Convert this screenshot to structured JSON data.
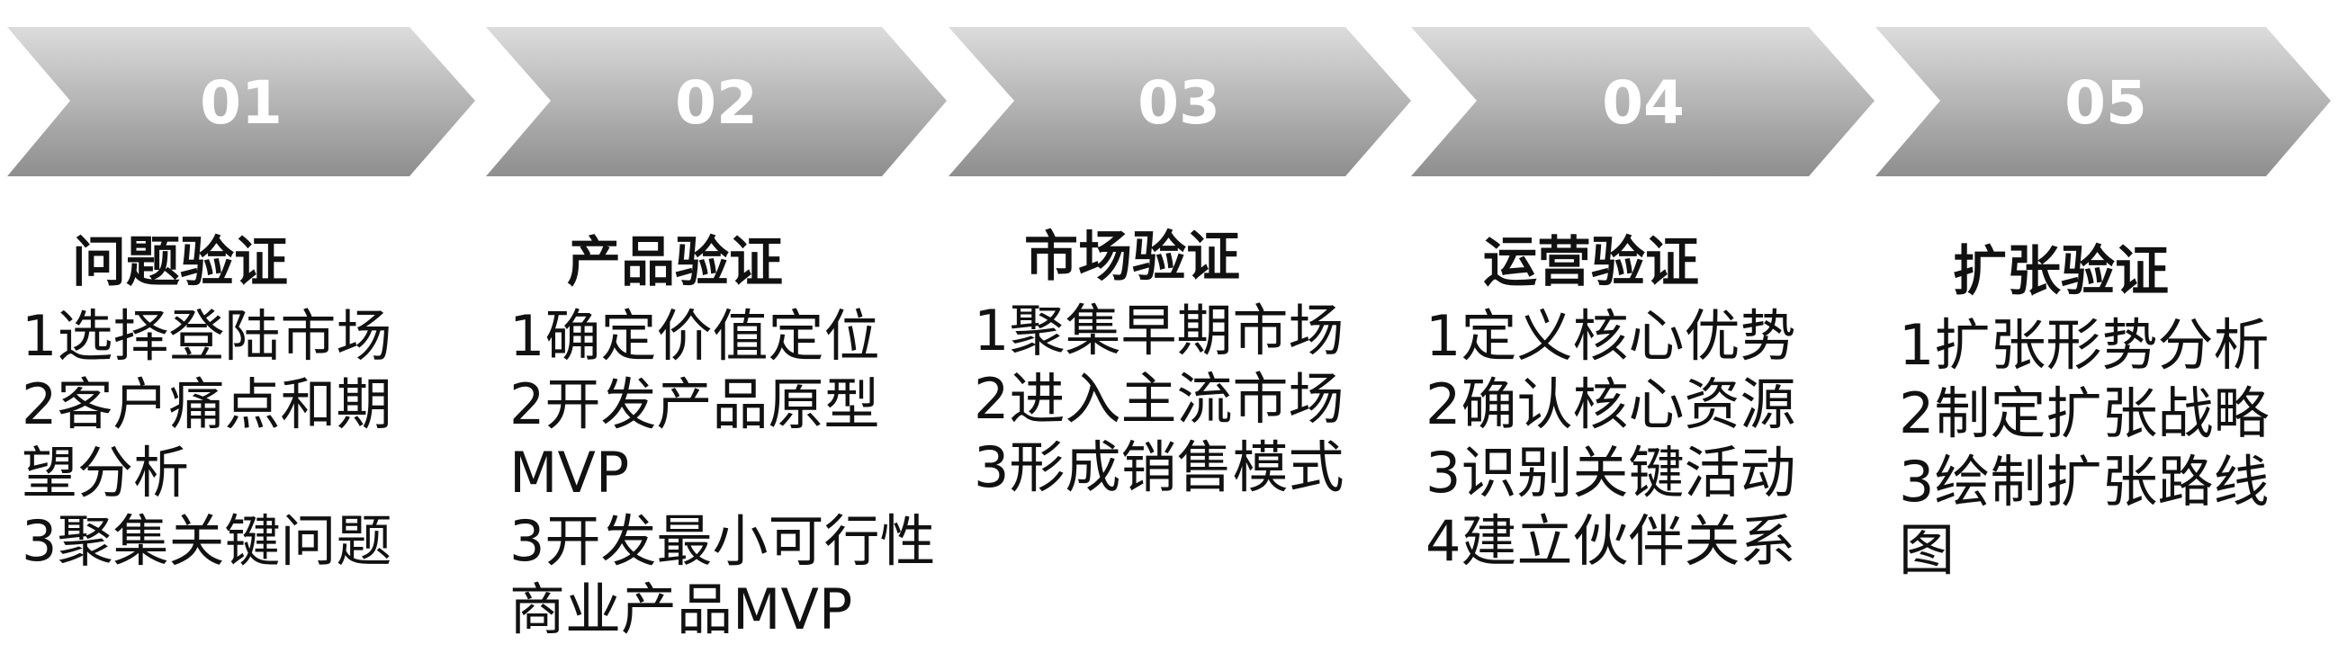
{
  "steps": [
    {
      "number": "01",
      "title": "问题验证",
      "items": [
        "1选择登陆市场",
        "2客户痛点和期望分析",
        "3聚集关键问题"
      ]
    },
    {
      "number": "02",
      "title": "产品验证",
      "items": [
        "1确定价值定位",
        "2开发产品原型MVP",
        "3开发最小可行性商业产品MVP"
      ]
    },
    {
      "number": "03",
      "title": "市场验证",
      "items": [
        "1聚集早期市场",
        "2进入主流市场",
        "3形成销售模式"
      ]
    },
    {
      "number": "04",
      "title": "运营验证",
      "items": [
        "1定义核心优势",
        "2确认核心资源",
        "3识别关键活动",
        "4建立伙伴关系"
      ]
    },
    {
      "number": "05",
      "title": "扩张验证",
      "items": [
        "1扩张形势分析",
        "2制定扩张战略",
        "3绘制扩张路线图"
      ]
    }
  ],
  "colors": {
    "chevron_light": "#d6d6d6",
    "chevron_mid": "#b0b0b0",
    "chevron_dark": "#8f8f8f",
    "number_text": "#ffffff",
    "body_text": "#111111"
  }
}
